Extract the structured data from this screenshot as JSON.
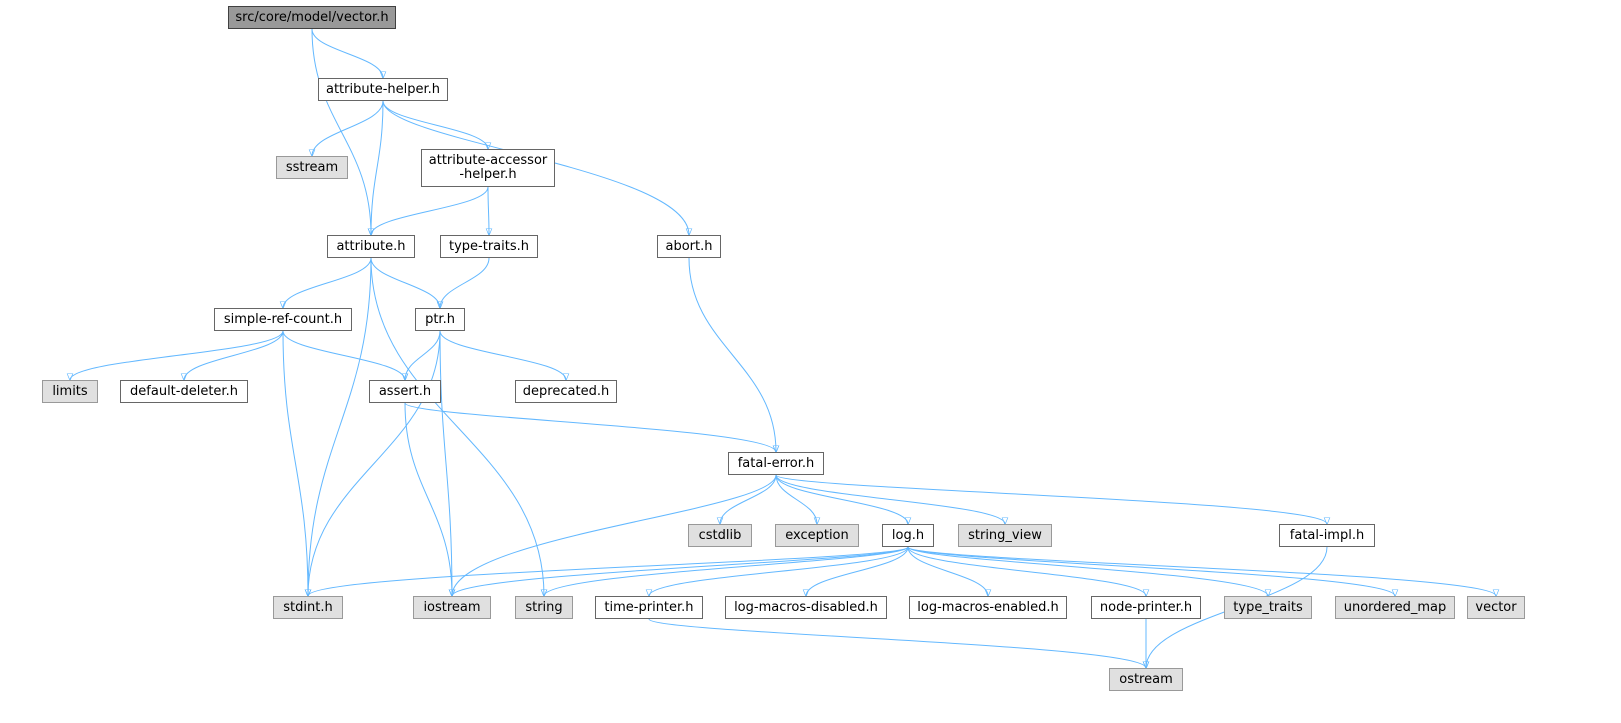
{
  "graph": {
    "title": "",
    "colors": {
      "edge": "#63b8ff",
      "node_border": "#666666",
      "system_fill": "#e0e0e0",
      "root_fill": "#999999"
    },
    "nodes": {
      "vector_h": "src/core/model/vector.h",
      "attribute_helper_h": "attribute-helper.h",
      "sstream": "sstream",
      "attribute_accessor_helper_h": "attribute-accessor\n-helper.h",
      "abort_h": "abort.h",
      "attribute_h": "attribute.h",
      "type_traits_h": "type-traits.h",
      "simple_ref_count_h": "simple-ref-count.h",
      "ptr_h": "ptr.h",
      "limits": "limits",
      "default_deleter_h": "default-deleter.h",
      "assert_h": "assert.h",
      "deprecated_h": "deprecated.h",
      "fatal_error_h": "fatal-error.h",
      "cstdlib": "cstdlib",
      "exception": "exception",
      "log_h": "log.h",
      "string_view": "string_view",
      "fatal_impl_h": "fatal-impl.h",
      "stdint_h": "stdint.h",
      "iostream": "iostream",
      "string": "string",
      "time_printer_h": "time-printer.h",
      "log_macros_disabled_h": "log-macros-disabled.h",
      "log_macros_enabled_h": "log-macros-enabled.h",
      "node_printer_h": "node-printer.h",
      "type_traits": "type_traits",
      "unordered_map": "unordered_map",
      "vector": "vector",
      "ostream": "ostream"
    },
    "edges": [
      [
        "vector_h",
        "attribute_helper_h"
      ],
      [
        "vector_h",
        "attribute_h"
      ],
      [
        "attribute_helper_h",
        "sstream"
      ],
      [
        "attribute_helper_h",
        "attribute_h"
      ],
      [
        "attribute_helper_h",
        "attribute_accessor_helper_h"
      ],
      [
        "attribute_helper_h",
        "abort_h"
      ],
      [
        "attribute_accessor_helper_h",
        "attribute_h"
      ],
      [
        "attribute_accessor_helper_h",
        "type_traits_h"
      ],
      [
        "type_traits_h",
        "ptr_h"
      ],
      [
        "attribute_h",
        "simple_ref_count_h"
      ],
      [
        "attribute_h",
        "ptr_h"
      ],
      [
        "attribute_h",
        "stdint_h"
      ],
      [
        "attribute_h",
        "string"
      ],
      [
        "abort_h",
        "fatal_error_h"
      ],
      [
        "simple_ref_count_h",
        "limits"
      ],
      [
        "simple_ref_count_h",
        "default_deleter_h"
      ],
      [
        "simple_ref_count_h",
        "assert_h"
      ],
      [
        "simple_ref_count_h",
        "stdint_h"
      ],
      [
        "ptr_h",
        "assert_h"
      ],
      [
        "ptr_h",
        "deprecated_h"
      ],
      [
        "ptr_h",
        "stdint_h"
      ],
      [
        "ptr_h",
        "iostream"
      ],
      [
        "assert_h",
        "fatal_error_h"
      ],
      [
        "assert_h",
        "iostream"
      ],
      [
        "fatal_error_h",
        "cstdlib"
      ],
      [
        "fatal_error_h",
        "exception"
      ],
      [
        "fatal_error_h",
        "log_h"
      ],
      [
        "fatal_error_h",
        "string_view"
      ],
      [
        "fatal_error_h",
        "fatal_impl_h"
      ],
      [
        "fatal_error_h",
        "iostream"
      ],
      [
        "fatal_impl_h",
        "ostream"
      ],
      [
        "log_h",
        "stdint_h"
      ],
      [
        "log_h",
        "iostream"
      ],
      [
        "log_h",
        "string"
      ],
      [
        "log_h",
        "time_printer_h"
      ],
      [
        "log_h",
        "log_macros_disabled_h"
      ],
      [
        "log_h",
        "log_macros_enabled_h"
      ],
      [
        "log_h",
        "node_printer_h"
      ],
      [
        "log_h",
        "type_traits"
      ],
      [
        "log_h",
        "unordered_map"
      ],
      [
        "log_h",
        "vector"
      ],
      [
        "time_printer_h",
        "ostream"
      ],
      [
        "node_printer_h",
        "ostream"
      ]
    ]
  }
}
